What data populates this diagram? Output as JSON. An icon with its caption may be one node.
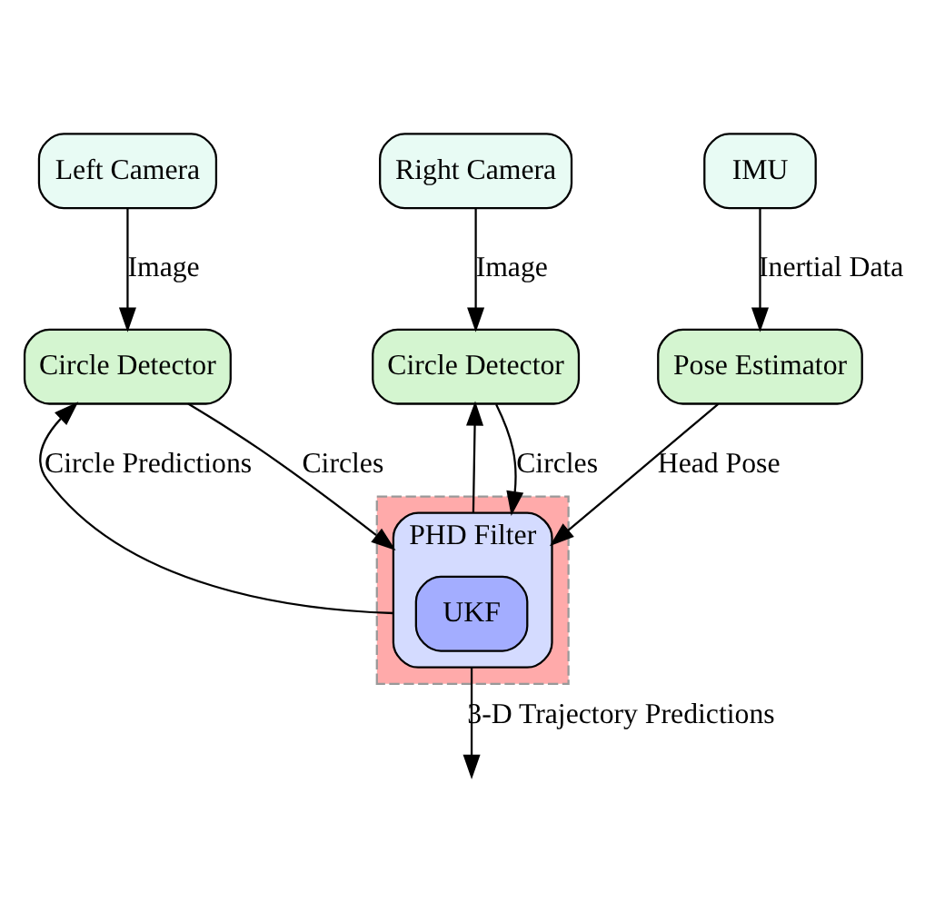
{
  "diagram": {
    "nodes": [
      {
        "text": [
          "Left Camera"
        ]
      },
      {
        "text": [
          "Right Camera"
        ]
      },
      {
        "text": [
          "IMU"
        ]
      },
      {
        "text": [
          "Circle Detector"
        ]
      },
      {
        "text": [
          "Circle Detector"
        ]
      },
      {
        "text": [
          "Pose Estimator"
        ]
      },
      {
        "text": [],
        "shape": "box"
      },
      {
        "text": [
          "PHD Filter"
        ],
        "in": 6
      },
      {
        "text": [
          "UKF"
        ],
        "in": 7
      }
    ],
    "edges": [
      {
        "from": 0,
        "to": 3,
        "arrow": "to",
        "label": "Image"
      },
      {
        "from": 1,
        "to": 4,
        "arrow": "to",
        "label": "Image"
      },
      {
        "from": 2,
        "to": 5,
        "arrow": "to",
        "label": "Inertial Data"
      },
      {
        "from": 7,
        "to": 3,
        "arrow": "to",
        "label": "Circle Predictions"
      },
      {
        "from": 7,
        "to": 4,
        "arrow": "to"
      },
      {
        "from": 3,
        "to": 7,
        "arrow": "to",
        "label": "Circles"
      },
      {
        "from": 4,
        "to": 7,
        "arrow": "to",
        "label": "Circles"
      },
      {
        "from": 5,
        "to": 7,
        "arrow": "to",
        "label": "Head Pose"
      },
      {
        "from": 7,
        "to": null,
        "arrow": "to",
        "label": "3-D Trajectory Predictions"
      }
    ]
  }
}
